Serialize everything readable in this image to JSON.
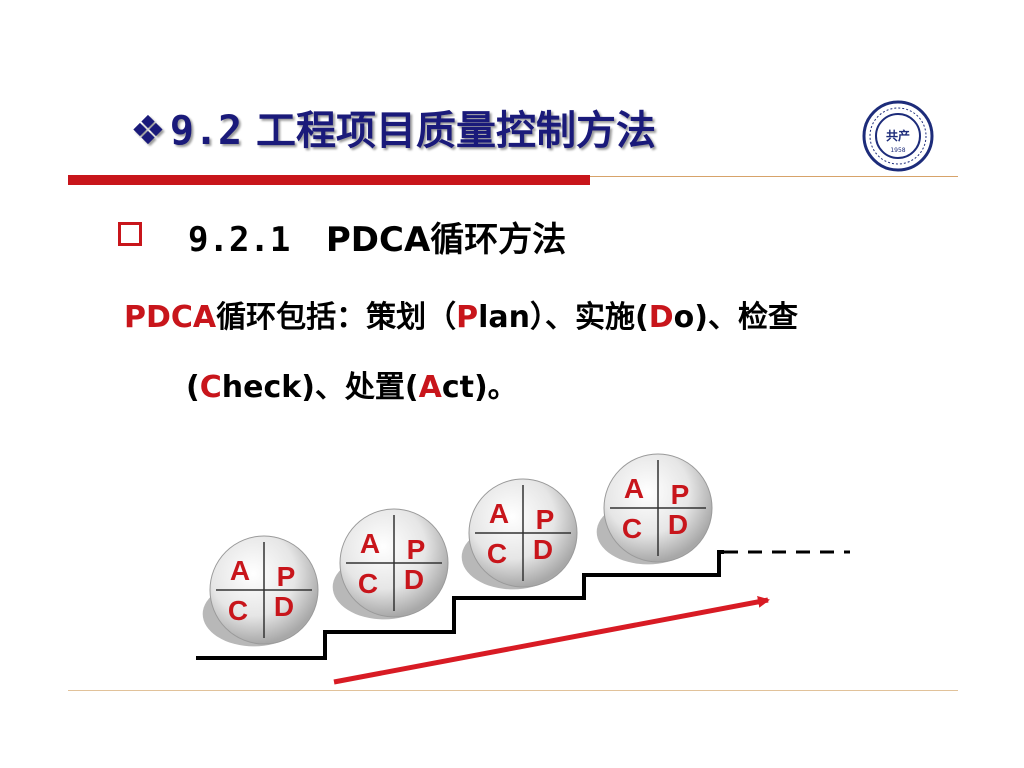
{
  "slide": {
    "title_bullet": "❖",
    "title_number": "9.2",
    "title_text": "工程项目质量控制方法",
    "subheading_number": "9.2.1",
    "subheading_text": "PDCA循环方法",
    "para1": {
      "lead": "PDCA",
      "text1": "循环包括：策划（",
      "p": "P",
      "text2": "lan）、实施(",
      "d": "D",
      "text3": "o)、检查"
    },
    "para2": {
      "text1": "(",
      "c": "C",
      "text2": "heck)、处置(",
      "a": "A",
      "text3": "ct)。"
    }
  },
  "logo": {
    "center_text": "共产",
    "year": "1958"
  },
  "diagram": {
    "cycle_labels": {
      "a": "A",
      "p": "P",
      "c": "C",
      "d": "D"
    },
    "cycle_count": 4,
    "letter_color": "#c8151b",
    "arrow_color": "#d81b24"
  },
  "colors": {
    "title": "#1a1a7a",
    "accent_red": "#c8151b",
    "divider": "#d7a36a"
  }
}
